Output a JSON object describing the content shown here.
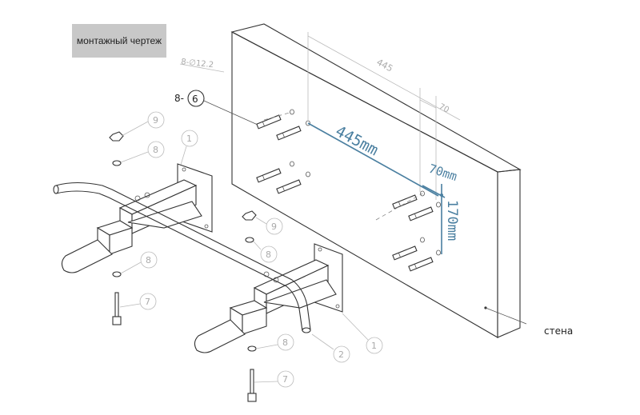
{
  "title": "монтажный чертеж",
  "wall_label": "стена",
  "dimensions": {
    "width_main": "445mm",
    "offset_small": "70mm",
    "height_main": "170mm",
    "width_ghost": "445",
    "offset_ghost": "70",
    "hole_note": "8-∅12.2"
  },
  "callouts": {
    "anchor_count": "8-",
    "anchor_part": "6",
    "nut": "9",
    "washer": "8",
    "bracket": "1",
    "bolt": "7",
    "bar_end": "2"
  },
  "colors": {
    "dimension": "#4a7fa0",
    "title_bg": "#c8c8c8",
    "line": "#333333"
  }
}
